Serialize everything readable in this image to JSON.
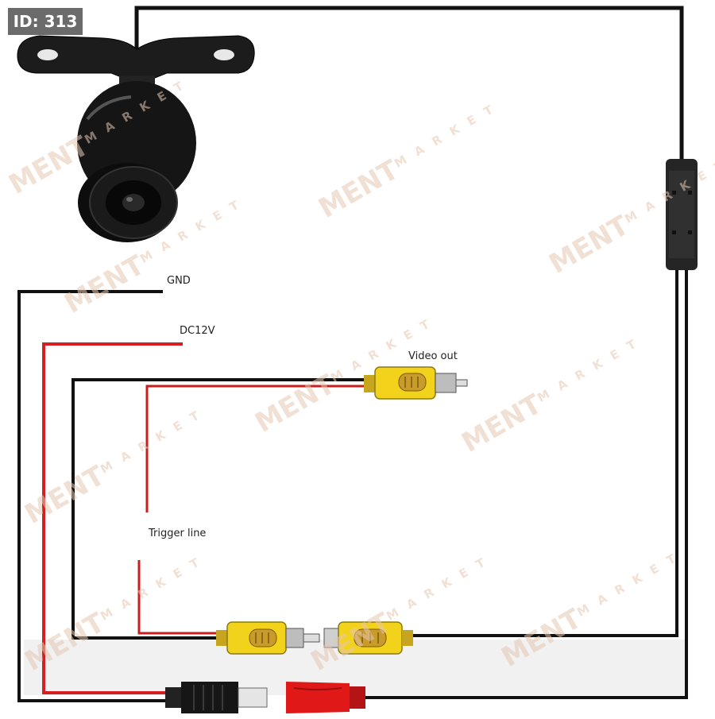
{
  "badge": "ID: 313",
  "labels": {
    "gnd": "GND",
    "dc12v": "DC12V",
    "video_out": "Video out",
    "trigger_line": "Trigger line"
  },
  "watermark": {
    "brand": "MENT",
    "sub": "MARKET"
  },
  "colors": {
    "wire_black": "#111111",
    "wire_red": "#d42020",
    "rca_yellow": "#f2d21a",
    "dc_red": "#e01818",
    "watermark": "#e6c7b2"
  }
}
